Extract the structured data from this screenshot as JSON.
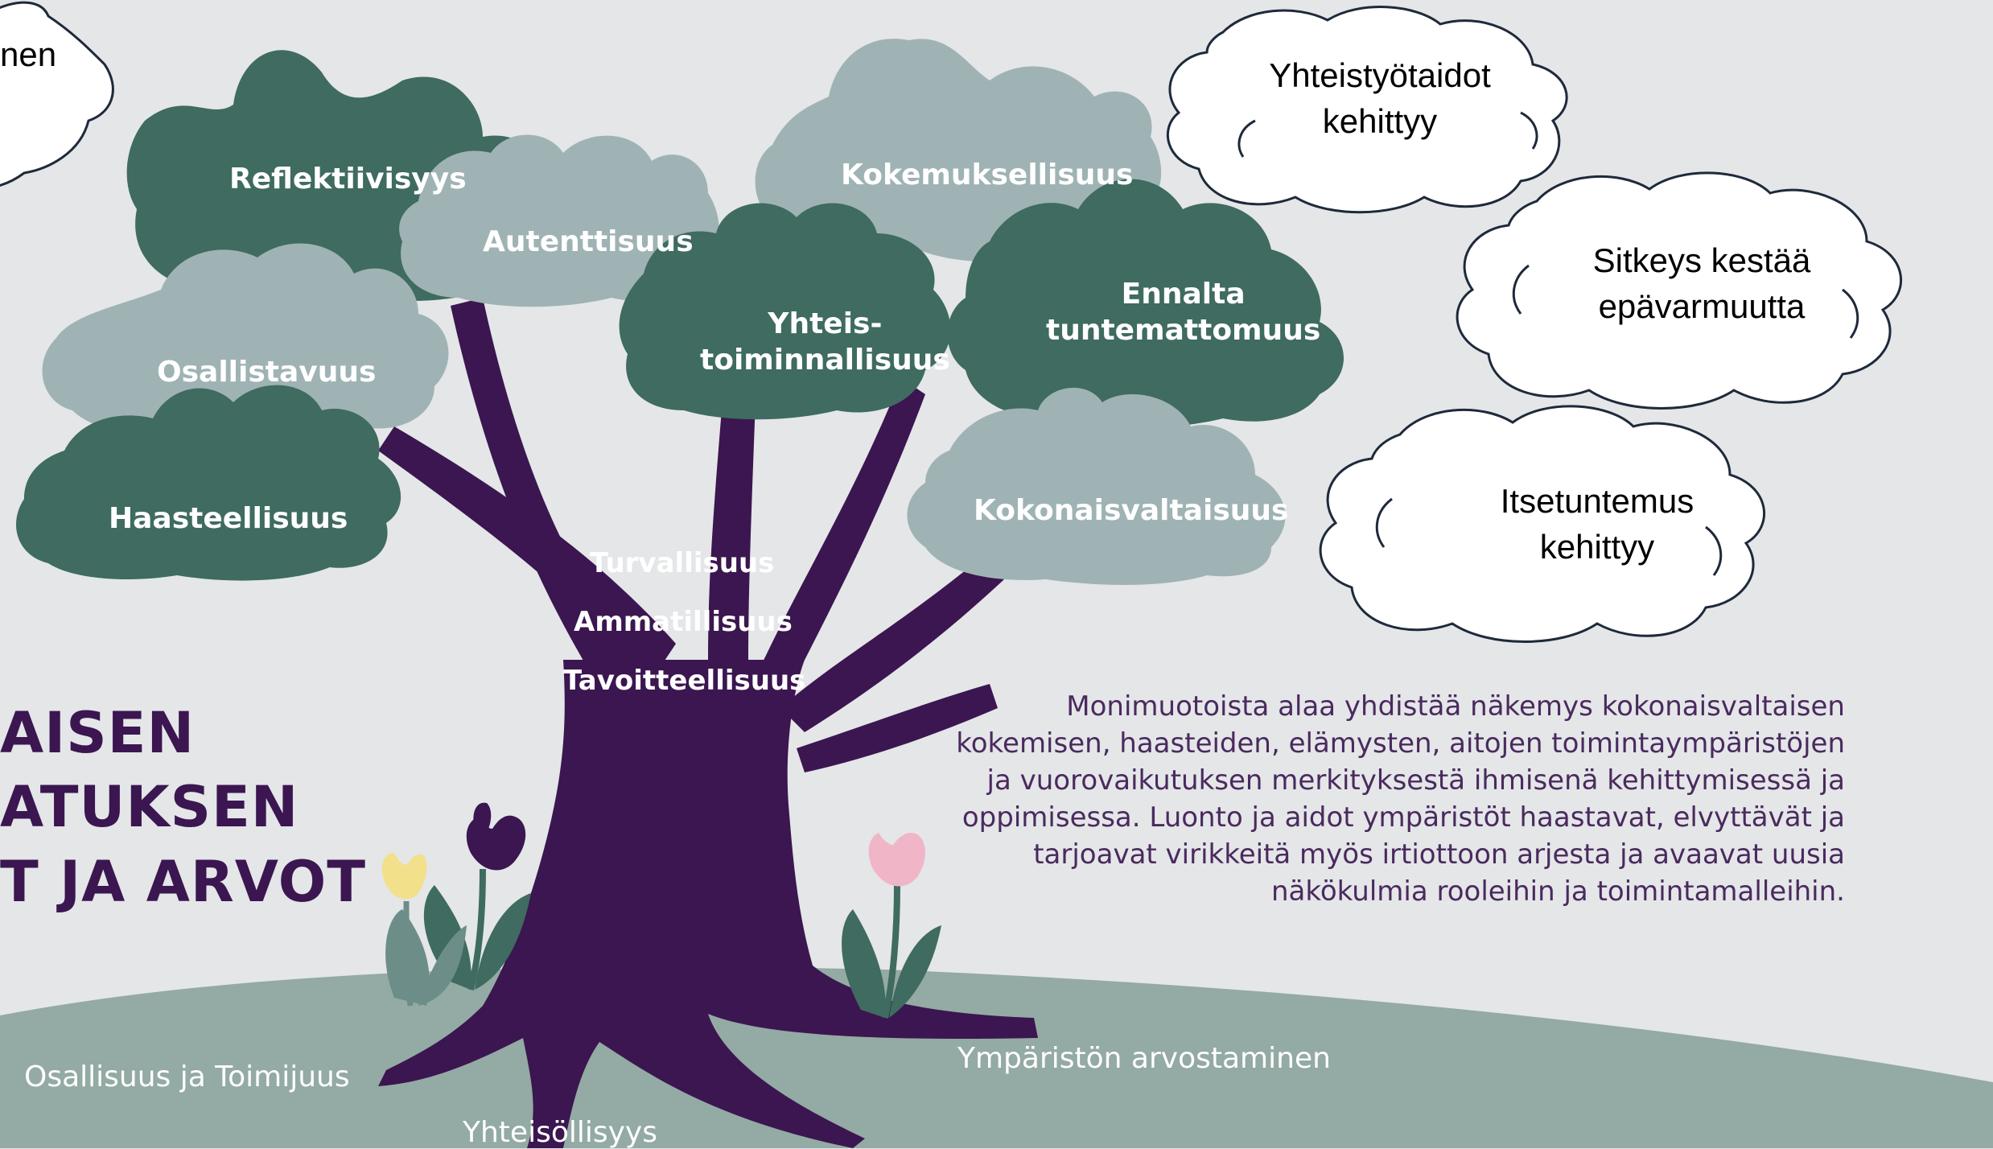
{
  "colors": {
    "background": "#e4e6e8",
    "dark_leaf": "#3f6b60",
    "light_leaf": "#9fb3b4",
    "trunk": "#3b1650",
    "ground": "#94aaa4",
    "cloud_fill": "#ffffff",
    "cloud_stroke": "#1e2a3a",
    "title": "#3b1650",
    "description": "#4a2a5e"
  },
  "canopy": {
    "reflektiivisyys": "Reflektiivisyys",
    "autenttisuus": "Autenttisuus",
    "kokemuksellisuus": "Kokemuksellisuus",
    "yhteis_line1": "Yhteis-",
    "yhteis_line2": "toiminnallisuus",
    "ennalta_line1": "Ennalta",
    "ennalta_line2": "tuntemattomuus",
    "osallistavuus": "Osallistavuus",
    "haasteellisuus": "Haasteellisuus",
    "kokonaisvaltaisuus": "Kokonaisvaltaisuus"
  },
  "trunk": {
    "line1": "Turvallisuus",
    "line2": "Ammatillisuus",
    "line3": "Tavoitteellisuus"
  },
  "ground": {
    "left": "Osallisuus ja Toimijuus",
    "center": "Yhteisöllisyys",
    "right": "Ympäristön arvostaminen"
  },
  "clouds": {
    "partial_text": "nen",
    "c1_line1": "Yhteistyötaidot",
    "c1_line2": "kehittyy",
    "c2_line1": "Sitkeys kestää",
    "c2_line2": "epävarmuutta",
    "c3_line1": "Itsetuntemus",
    "c3_line2": "kehittyy"
  },
  "title": {
    "line1": "AISEN",
    "line2": "ATUKSEN",
    "line3": "T JA ARVOT"
  },
  "description": {
    "line1": "Monimuotoista alaa yhdistää näkemys kokonaisvaltaisen",
    "line2": "kokemisen, haasteiden, elämysten, aitojen toimintaympäristöjen",
    "line3": "ja vuorovaikutuksen merkityksestä ihmisenä kehittymisessä ja",
    "line4": "oppimisessa. Luonto ja aidot ympäristöt haastavat, elvyttävät ja",
    "line5": "tarjoavat virikkeitä myös irtiottoon arjesta ja avaavat uusia",
    "line6": "näkökulmia rooleihin ja toimintamalleihin."
  }
}
